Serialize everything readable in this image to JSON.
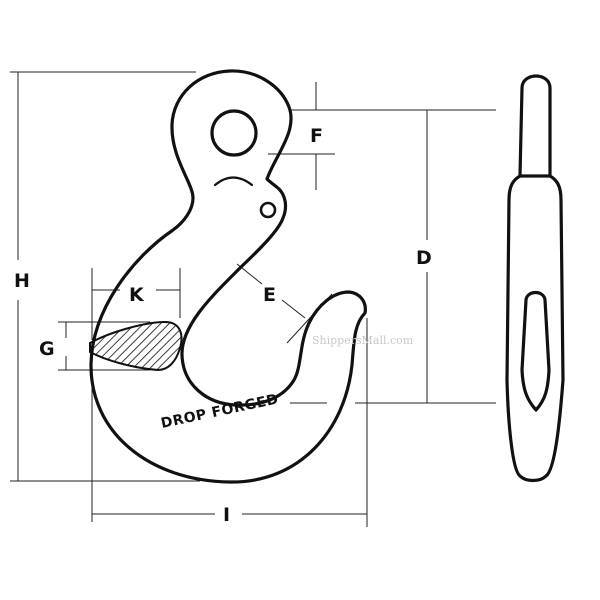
{
  "diagram": {
    "dimension_labels": {
      "H": "H",
      "F": "F",
      "D": "D",
      "K": "K",
      "E": "E",
      "G": "G",
      "I": "I"
    },
    "stamp_text": "DROP FORGED",
    "watermark": "ShippersMall.com",
    "colors": {
      "ink": "#111111",
      "background": "#ffffff",
      "watermark": "#c8c8c8"
    }
  }
}
